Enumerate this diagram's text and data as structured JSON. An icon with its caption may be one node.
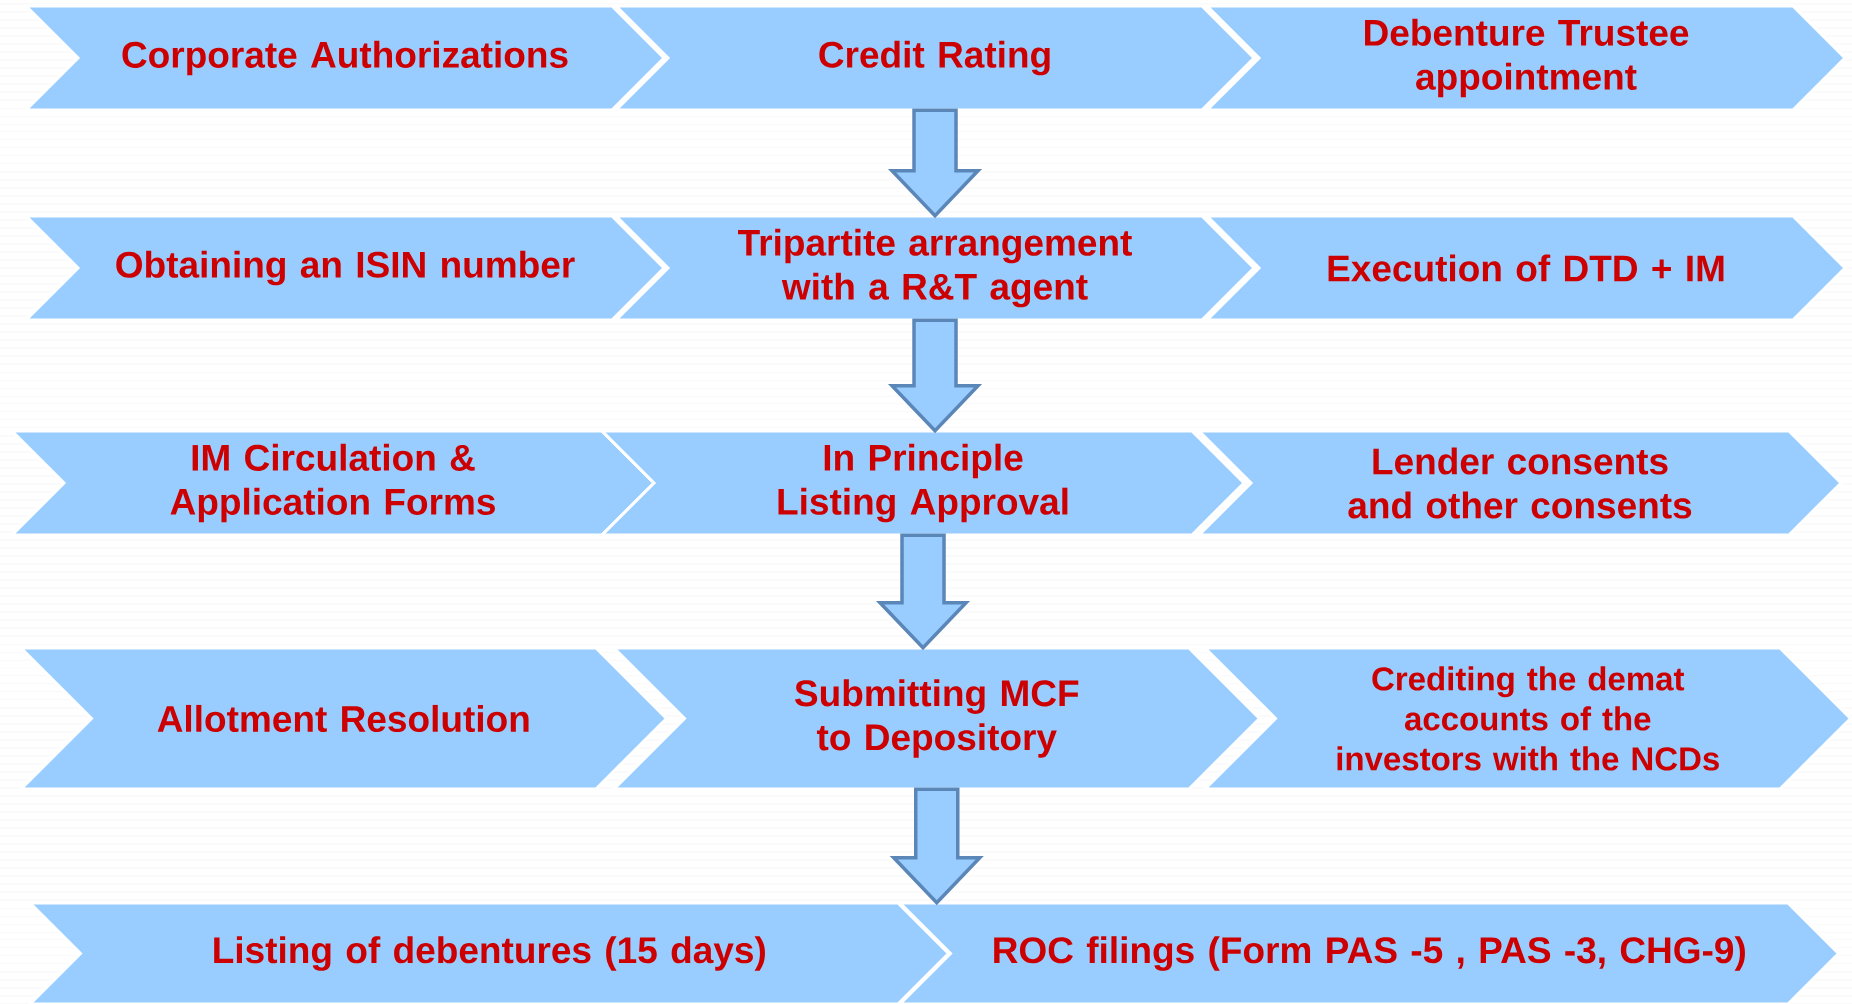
{
  "diagram": {
    "nodes": [
      {
        "text": [
          "Corporate Authorizations"
        ]
      },
      {
        "text": [
          "Credit Rating"
        ]
      },
      {
        "text": [
          "Debenture Trustee appointment"
        ]
      },
      {
        "text": [
          "Obtaining an ISIN number"
        ]
      },
      {
        "text": [
          "Tripartite arrangement with a R&T agent"
        ]
      },
      {
        "text": [
          "Execution of DTD + IM"
        ]
      },
      {
        "text": [
          "IM Circulation & Application Forms"
        ]
      },
      {
        "text": [
          "In Principle Listing Approval"
        ]
      },
      {
        "text": [
          "Lender consents and other consents"
        ]
      },
      {
        "text": [
          "Allotment Resolution"
        ]
      },
      {
        "text": [
          "Submitting MCF to Depository"
        ]
      },
      {
        "text": [
          "Crediting the demat accounts of the investors with the NCDs"
        ]
      },
      {
        "text": [
          "Listing of debentures (15 days)"
        ]
      },
      {
        "text": [
          "ROC filings (Form PAS -5 , PAS -3, CHG-9)"
        ]
      }
    ],
    "edges": [
      {
        "from": 1,
        "to": 4,
        "arrow": "to"
      },
      {
        "from": 4,
        "to": 7,
        "arrow": "to"
      },
      {
        "from": 7,
        "to": 10,
        "arrow": "to"
      },
      {
        "from": 10,
        "to": 12,
        "arrow": "to"
      }
    ]
  }
}
